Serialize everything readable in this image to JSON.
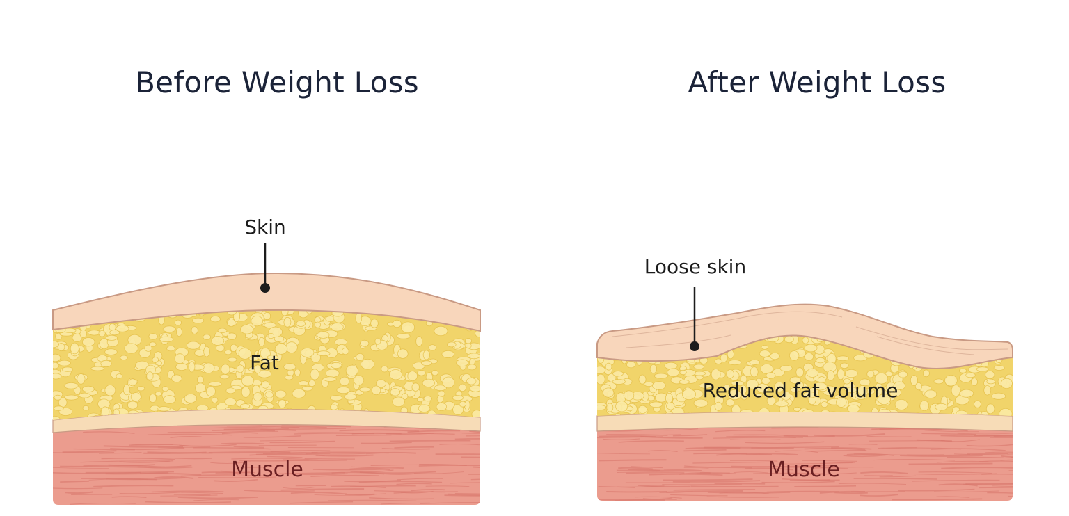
{
  "before": {
    "title": "Before Weight Loss",
    "skin_label": "Skin",
    "fat_label": "Fat",
    "muscle_label": "Muscle"
  },
  "after": {
    "title": "After Weight Loss",
    "skin_label": "Loose skin",
    "fat_label": "Reduced fat volume",
    "muscle_label": "Muscle"
  },
  "colors": {
    "skin": "#f8d6bb",
    "skin_edge": "#c99a84",
    "fat": "#f1d46a",
    "fat_globule": "#fbeaa5",
    "fascia": "#f7dcb7",
    "muscle": "#eb9c8e",
    "muscle_fiber": "#d8786c",
    "pointer": "#1c1c1c"
  }
}
